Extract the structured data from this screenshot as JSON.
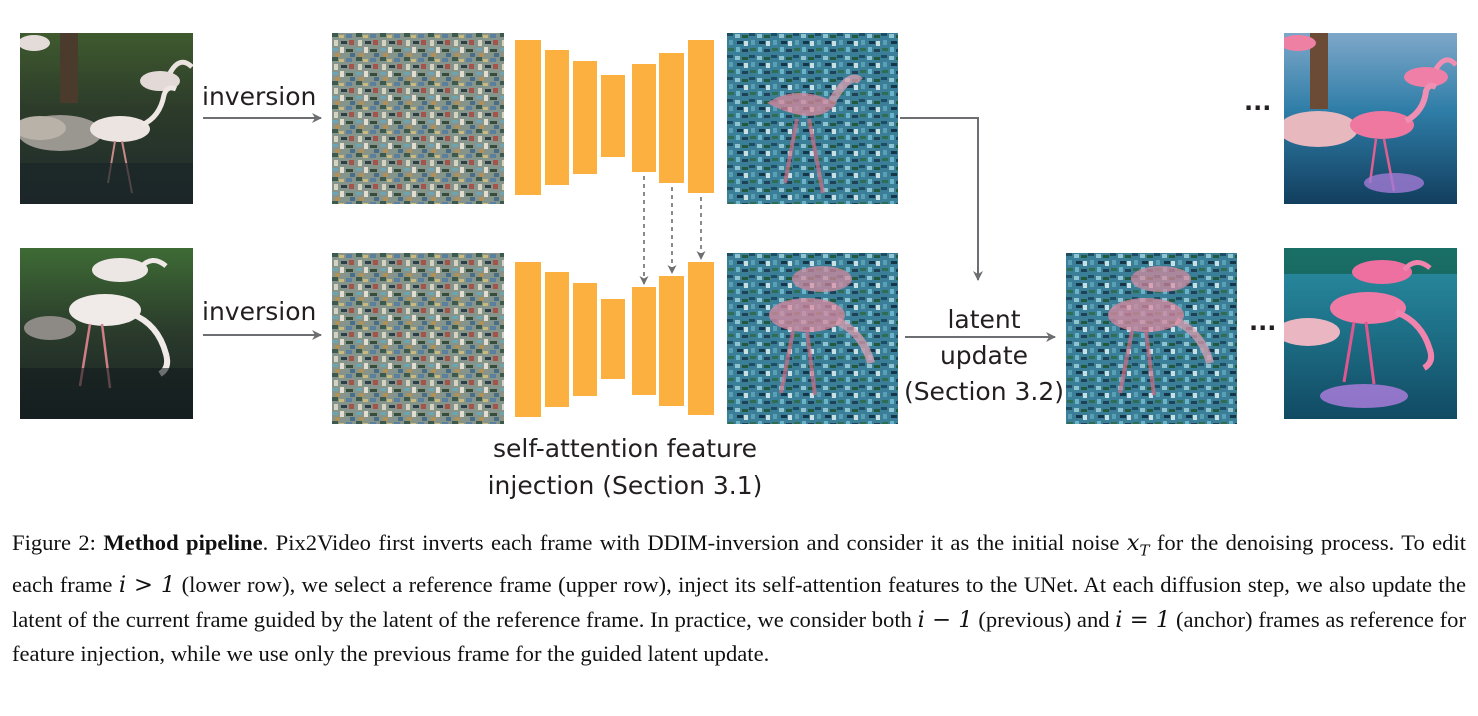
{
  "figure": {
    "labels": {
      "inversion_top": "inversion",
      "inversion_bottom": "inversion",
      "attention_line1": "self-attention feature",
      "attention_line2": "injection (Section 3.1)",
      "latent_line1": "latent",
      "latent_line2": "update",
      "latent_line3": "(Section 3.2)",
      "ellipsis_top": "...",
      "ellipsis_bottom": "..."
    },
    "colors": {
      "unet_block": "#fbb040",
      "arrow": "#6d6e71",
      "text": "#231f20"
    }
  },
  "caption": {
    "figure_number": "Figure 2:",
    "bold_title": "Method pipeline",
    "part1": ". Pix2Video first inverts each frame with DDIM-inversion and consider it as the initial noise",
    "math_xT": "x",
    "math_xT_sub": "T",
    "part2": " for the denoising process. To edit each frame ",
    "math_i_gt_1": "i > 1",
    "part3": " (lower row), we select a reference frame (upper row), inject its self-attention features to the UNet. At each diffusion step, we also update the latent of the current frame guided by the latent of the reference frame. In practice, we consider both ",
    "math_i_minus_1": "i − 1",
    "part4": " (previous) and ",
    "math_i_eq_1": "i = 1",
    "part5": " (anchor) frames as reference for feature injection, while we use only the previous frame for the guided latent update."
  }
}
